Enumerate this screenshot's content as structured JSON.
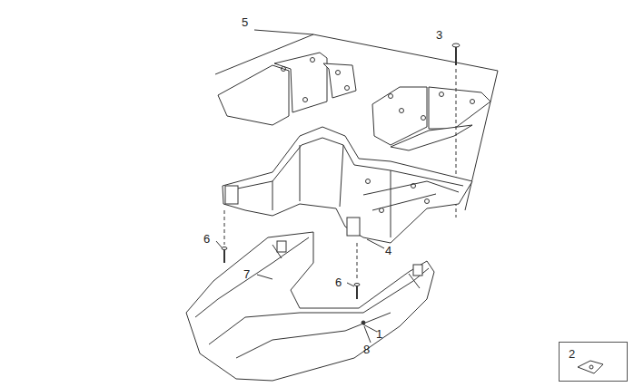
{
  "diagram": {
    "nodes": [
      {
        "text": [
          "2"
        ]
      }
    ],
    "labels": [
      "5",
      "3",
      "6",
      "4",
      "7",
      "6",
      "1",
      "8"
    ]
  }
}
